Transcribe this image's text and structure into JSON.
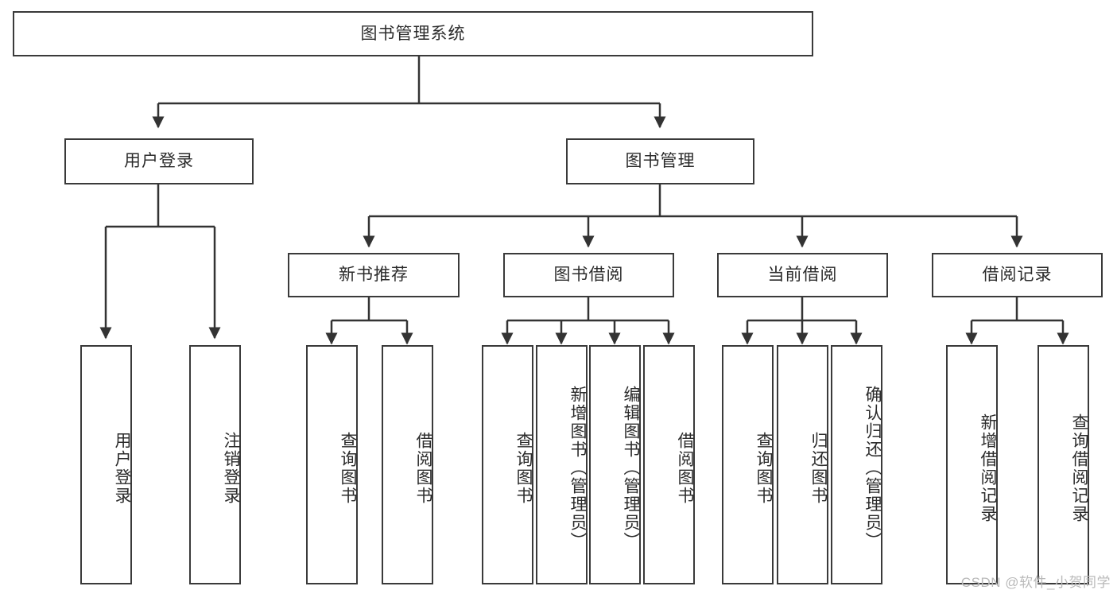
{
  "diagram": {
    "title": "图书管理系统",
    "watermark": "CSDN @软件_小贺同学",
    "colors": {
      "border": "#3a3a3a",
      "text": "#2b2b2b",
      "background": "#ffffff",
      "edge": "#333333",
      "watermark": "#b9b9b9"
    },
    "root": {
      "label": "图书管理系统"
    },
    "level2": [
      {
        "label": "用户登录"
      },
      {
        "label": "图书管理"
      }
    ],
    "level3": [
      {
        "label": "新书推荐"
      },
      {
        "label": "图书借阅"
      },
      {
        "label": "当前借阅"
      },
      {
        "label": "借阅记录"
      }
    ],
    "leaves": {
      "user_login": [
        {
          "label": "用户登录"
        },
        {
          "label": "注销登录"
        }
      ],
      "new_book": [
        {
          "label": "查询图书"
        },
        {
          "label": "借阅图书"
        }
      ],
      "book_borrow": [
        {
          "label": "查询图书"
        },
        {
          "label": "新增图书（管理员）"
        },
        {
          "label": "编辑图书（管理员）"
        },
        {
          "label": "借阅图书"
        }
      ],
      "current_borrow": [
        {
          "label": "查询图书"
        },
        {
          "label": "归还图书"
        },
        {
          "label": "确认归还（管理员）"
        }
      ],
      "borrow_record": [
        {
          "label": "新增借阅记录"
        },
        {
          "label": "查询借阅记录"
        }
      ]
    }
  }
}
